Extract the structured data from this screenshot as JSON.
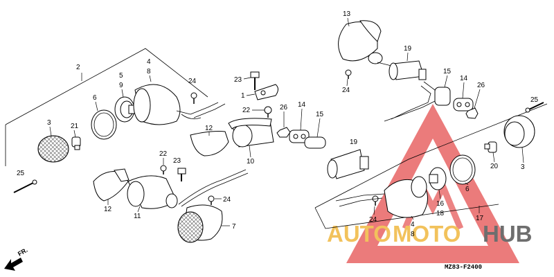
{
  "diagram_code": "MZ83-F2400",
  "direction_label": "FR.",
  "watermark": {
    "auto": "AUTO",
    "moto": "MOTO",
    "hub": "HUB",
    "colors": {
      "auto": "#f0b840",
      "moto": "#f0b840",
      "hub": "#555555",
      "triangle": "#e03030"
    }
  },
  "callouts": {
    "c1": "1",
    "c2": "2",
    "c3a": "3",
    "c3b": "3",
    "c4a": "4",
    "c4b": "4",
    "c5": "5",
    "c6a": "6",
    "c6b": "6",
    "c7": "7",
    "c8a": "8",
    "c8b": "8",
    "c9": "9",
    "c10": "10",
    "c11": "11",
    "c12a": "12",
    "c12b": "12",
    "c13": "13",
    "c14a": "14",
    "c14b": "14",
    "c15a": "15",
    "c15b": "15",
    "c16": "16",
    "c17": "17",
    "c18": "18",
    "c19a": "19",
    "c19b": "19",
    "c20": "20",
    "c21": "21",
    "c22a": "22",
    "c22b": "22",
    "c23a": "23",
    "c23b": "23",
    "c24a": "24",
    "c24b": "24",
    "c24c": "24",
    "c24d": "24",
    "c25a": "25",
    "c25b": "25",
    "c26a": "26",
    "c26b": "26"
  }
}
